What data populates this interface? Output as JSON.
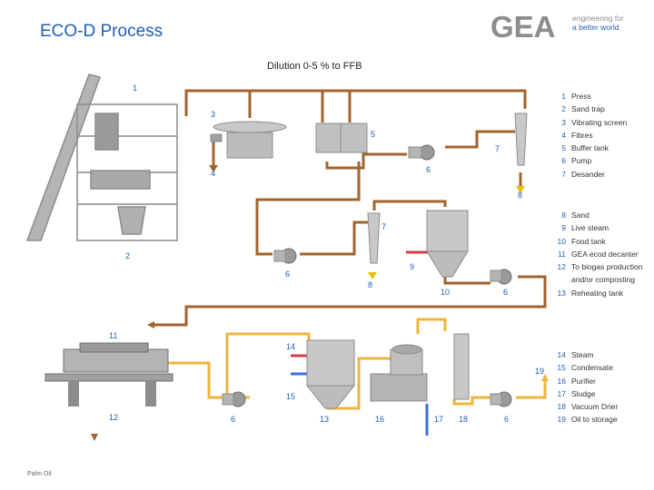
{
  "header": {
    "title": "ECO-D Process",
    "subtitle": "Dilution 0-5 % to FFB"
  },
  "logo": {
    "brand": "GEA",
    "tagline_line1": "engineering for",
    "tagline_line2": "a better world"
  },
  "footer": {
    "text": "Palm Oil"
  },
  "colors": {
    "title_blue": "#1f5fb4",
    "pipe_brown": "#a0642d",
    "pipe_yellow": "#f0b43c",
    "steam_red": "#d23c3c",
    "condensate_blue": "#3c6edc",
    "equipment_grey": "#8c8c8c"
  },
  "legend": [
    {
      "num": "1",
      "text": "Press"
    },
    {
      "num": "2",
      "text": "Sand trap"
    },
    {
      "num": "3",
      "text": "Vibrating screen"
    },
    {
      "num": "4",
      "text": "Fibres"
    },
    {
      "num": "5",
      "text": "Buffer tank"
    },
    {
      "num": "6",
      "text": "Pump"
    },
    {
      "num": "7",
      "text": "Desander"
    },
    {
      "num": "8",
      "text": "Sand"
    },
    {
      "num": "9",
      "text": "Live steam"
    },
    {
      "num": "10",
      "text": "Food tank"
    },
    {
      "num": "11",
      "text": "GEA ecod decanter"
    },
    {
      "num": "12",
      "text": "To biogas production"
    },
    {
      "num": "",
      "text": "and/or composting"
    },
    {
      "num": "13",
      "text": "Reheating tank"
    },
    {
      "num": "14",
      "text": "Steam"
    },
    {
      "num": "15",
      "text": "Condensate"
    },
    {
      "num": "16",
      "text": "Purifier"
    },
    {
      "num": "17",
      "text": "Sludge"
    },
    {
      "num": "18",
      "text": "Vacuum Drier"
    },
    {
      "num": "19",
      "text": "Oil to storage"
    }
  ],
  "labels": {
    "n1": "1",
    "n2": "2",
    "n3": "3",
    "n4": "4",
    "n5": "5",
    "n6a": "6",
    "n7a": "7",
    "n8a": "8",
    "n7b": "7",
    "n6b": "6",
    "n8b": "8",
    "n9": "9",
    "n10": "10",
    "n6c": "6",
    "n11": "11",
    "n12": "12",
    "n14": "14",
    "n15": "15",
    "n6d": "6",
    "n13": "13",
    "n16": "16",
    "n17": "17",
    "n18": "18",
    "n6e": "6",
    "n19": "19"
  }
}
